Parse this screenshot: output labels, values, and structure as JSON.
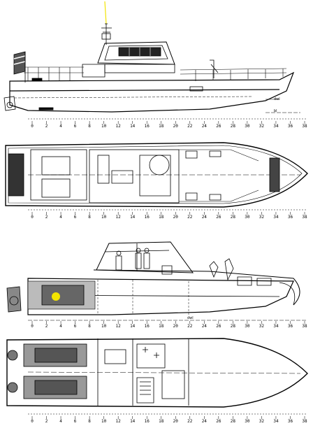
{
  "drawing": {
    "frame_labels": [
      "0",
      "2",
      "4",
      "6",
      "8",
      "10",
      "12",
      "14",
      "16",
      "18",
      "20",
      "22",
      "24",
      "26",
      "28",
      "30",
      "32",
      "34",
      "36",
      "38"
    ],
    "views": [
      {
        "id": "profile",
        "name": ""
      },
      {
        "id": "deck-plan",
        "name": ""
      },
      {
        "id": "inboard-profile",
        "name": ""
      },
      {
        "id": "lower-deck-plan",
        "name": ""
      }
    ],
    "waterline_labels": [
      "dwl",
      "bl"
    ],
    "colors": {
      "line": "#000000",
      "highlight": "#f2e400",
      "background": "#ffffff"
    }
  }
}
